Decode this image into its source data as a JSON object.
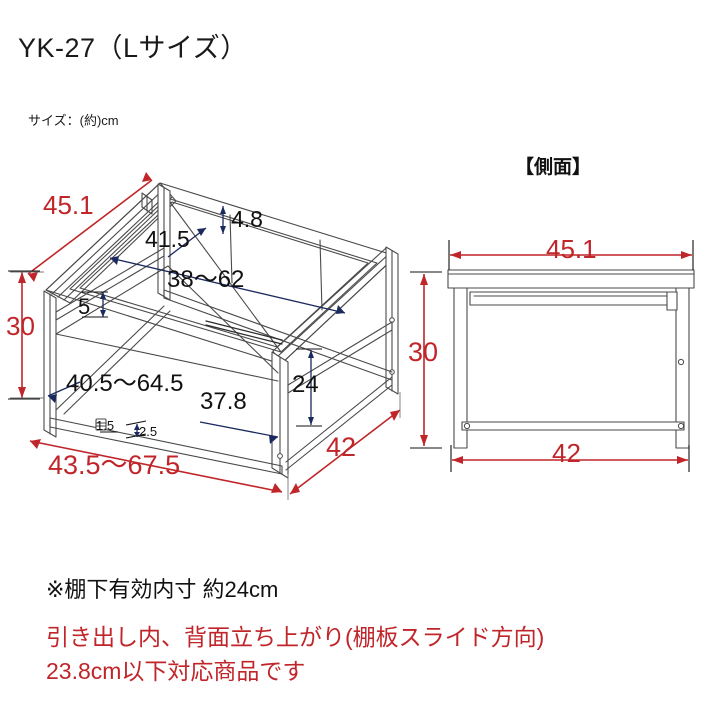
{
  "document": {
    "title": "YK-27（Lサイズ）",
    "size_note": "サイズ：(約)cm"
  },
  "views": {
    "isometric": {
      "name": "isometric-view",
      "dimensions_red": [
        {
          "id": "depth-top",
          "value": "45.1"
        },
        {
          "id": "height",
          "value": "30"
        },
        {
          "id": "width-range",
          "value": "43.5〜67.5"
        },
        {
          "id": "depth-bottom",
          "value": "42"
        }
      ],
      "dimensions_dark": [
        {
          "id": "top-rail-height",
          "value": "4.8"
        },
        {
          "id": "inner-depth",
          "value": "41.5"
        },
        {
          "id": "inner-width-range",
          "value": "38〜62"
        },
        {
          "id": "rail-drop",
          "value": "5"
        },
        {
          "id": "shelf-width-range",
          "value": "40.5〜64.5"
        },
        {
          "id": "shelf-depth",
          "value": "37.8"
        },
        {
          "id": "under-shelf-clearance",
          "value": "24"
        },
        {
          "id": "foot-small-a",
          "value": "1.5"
        },
        {
          "id": "foot-small-b",
          "value": "2.5"
        }
      ]
    },
    "side": {
      "name": "side-view",
      "title": "【側面】",
      "dimensions_red": [
        {
          "id": "top-width",
          "value": "45.1"
        },
        {
          "id": "height",
          "value": "30"
        },
        {
          "id": "base-width",
          "value": "42"
        }
      ]
    }
  },
  "notes": {
    "shelf_clearance": "※棚下有効内寸 約24cm",
    "red_line_1": "引き出し内、背面立ち上がり(棚板スライド方向)",
    "red_line_2": "23.8cm以下対応商品です"
  },
  "colors": {
    "accent_red": "#c0252a",
    "dim_navy": "#1b2a5e",
    "line_gray": "#4a4a4a",
    "text_black": "#111111",
    "background": "#ffffff"
  }
}
